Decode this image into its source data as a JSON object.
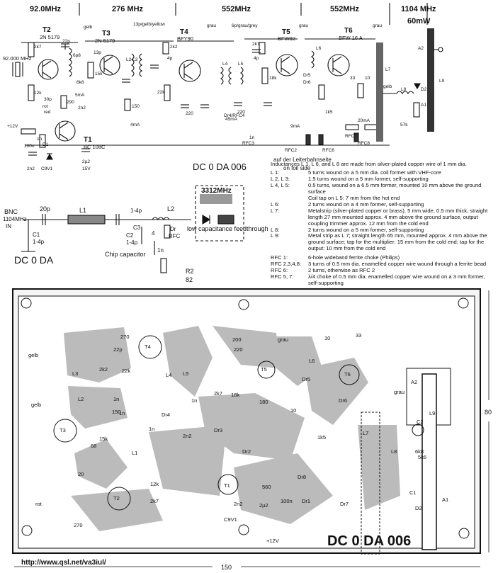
{
  "schematic": {
    "freq_labels": [
      "92.0MHz",
      "276 MHz",
      "552MHz",
      "552MHz",
      "1104 MHz",
      "60mW"
    ],
    "transistors": [
      {
        "ref": "T2",
        "type": "2N 5179"
      },
      {
        "ref": "T3",
        "type": "2N 5179"
      },
      {
        "ref": "T4",
        "type": "BFY90"
      },
      {
        "ref": "T5",
        "type": "BFW92"
      },
      {
        "ref": "T6",
        "type": "BFW 16 A"
      },
      {
        "ref": "T1",
        "type": "BC 108C"
      }
    ],
    "crystal": "92.000 MHz",
    "labels": [
      "gelb",
      "13p/gelb/yellow",
      "grau",
      "6p/grau/grey",
      "grau",
      "grau",
      "rot",
      "red",
      "gelb"
    ],
    "parts": [
      "2k7",
      "22p",
      "6p8",
      "13p",
      "15k",
      "12k",
      "2k2",
      "4p",
      "22k",
      "150",
      "220",
      "290",
      "30p",
      "2n2",
      "5mA",
      "4mA",
      "2k7",
      "4p",
      "18k",
      "220",
      "33",
      "10",
      "1k5",
      "45mA",
      "9mA",
      "20mA",
      "57k",
      "1n",
      "Dr4/RFC4",
      "RFC3",
      "RFC2",
      "RFC6",
      "RFC8",
      "RFC7",
      "Dr5",
      "Dr6",
      "L2 L3",
      "L4",
      "L5",
      "L6",
      "L7",
      "L8",
      "L9",
      "A1",
      "A2",
      "D1",
      "D2",
      "C9V1",
      "+12V",
      "2n2",
      "2µ2",
      "15V",
      "1n",
      "100n",
      "6k8"
    ],
    "footnote": "auf der Leiterbahnseite",
    "footnote_en": "on foil side",
    "title": "DC 0 DA 006"
  },
  "notes": {
    "intro": "Inductances L 1, L 6, and L 8 are made from silver-plated copper wire of 1 mm dia.",
    "items": [
      {
        "key": "L 1:",
        "text": "5 turns wound on a 5 mm dia. coil former with VHF-core"
      },
      {
        "key": "L 2, L 3:",
        "text": "1.5 turns wound on a 5 mm former, self-supporting"
      },
      {
        "key": "L 4, L 5:",
        "text": "0.5 turns, wound on a 6.5 mm former, mounted 10 mm above the ground surface"
      },
      {
        "key": "",
        "text": "Coil tap on L 5:  7 mm from the hot end"
      },
      {
        "key": "L 6:",
        "text": "2 turns wound on a 4 mm former, self-supporting"
      },
      {
        "key": "L 7:",
        "text": "Metalstrip (silver-plated copper or brass), 5 mm wide, 0.5 mm thick, straight length 27 mm mounted approx. 4 mm  above the ground surface, output coupling trimmer approx. 12 mm from the cold end"
      },
      {
        "key": "L 8:",
        "text": "2 turns wound on a 5 mm former, self-supporting"
      },
      {
        "key": "L 9:",
        "text": "Metal strip as L 7; straight length 65 mm, mounted approx. 4 mm above the ground surface; tap for the multiplier: 15 mm from the cold end; tap for the output: 10 mm from the cold end"
      }
    ],
    "rfc_items": [
      {
        "key": "RFC 1:",
        "text": "6-hole wideband ferrite choke (Philips)"
      },
      {
        "key": "RFC 2,3,4,8:",
        "text": "3 turns of 0.5 mm dia. enamelled copper wire wound through a ferrite bead"
      },
      {
        "key": "RFC 6:",
        "text": "2 turns, otherwise as RFC 2"
      },
      {
        "key": "RFC 5, 7:",
        "text": "λ/4 choke of 0.5 mm dia. enamelled copper wire wound on a 3 mm former, self-supporting"
      }
    ]
  },
  "multiplier": {
    "input": "BNC",
    "input_freq": "1104MHz",
    "input_in": "IN",
    "output_freq": "3312MHz",
    "parts": [
      "20p",
      "L1",
      "C1",
      "1-4p",
      "1-4p",
      "C3",
      "L2",
      "C2",
      "1-4p",
      "Dr",
      "4",
      "RFC",
      "1n",
      "R2",
      "82"
    ],
    "label_feed": "low capacitance feedthrough",
    "label_chip": "Chip capacitor",
    "title": "DC 0 DA"
  },
  "pcb": {
    "parts": [
      "270",
      "200",
      "grau",
      "33",
      "L7",
      "10",
      "gelb",
      "L6",
      "220",
      "22p",
      "T4",
      "L4",
      "L5",
      "2k7",
      "T5",
      "Dr5",
      "T6",
      "grau",
      "L3",
      "2k2",
      "22k",
      "18k",
      "180",
      "Dr6",
      "A2",
      "L9",
      "gelb",
      "L2",
      "1n",
      "1n",
      "1n",
      "1n",
      "Dr4",
      "10",
      "150",
      "Dr3",
      "1k5",
      "C2",
      "T3",
      "15k",
      "6k8",
      "68",
      "2n2",
      "Dr2",
      "D2",
      "L8",
      "L1",
      "5k6",
      "20",
      "Dr8",
      "T1",
      "12k",
      "560",
      "C1",
      "T2",
      "rot",
      "2k7",
      "2n2",
      "2µ2",
      "100n",
      "Dr1",
      "Dr7",
      "A1",
      "270",
      "C9V1",
      "+12V"
    ],
    "title": "DC 0 DA 006",
    "dim_width": "150",
    "dim_height": "80"
  },
  "footer_url": "http://www.qsl.net/va3iul/"
}
